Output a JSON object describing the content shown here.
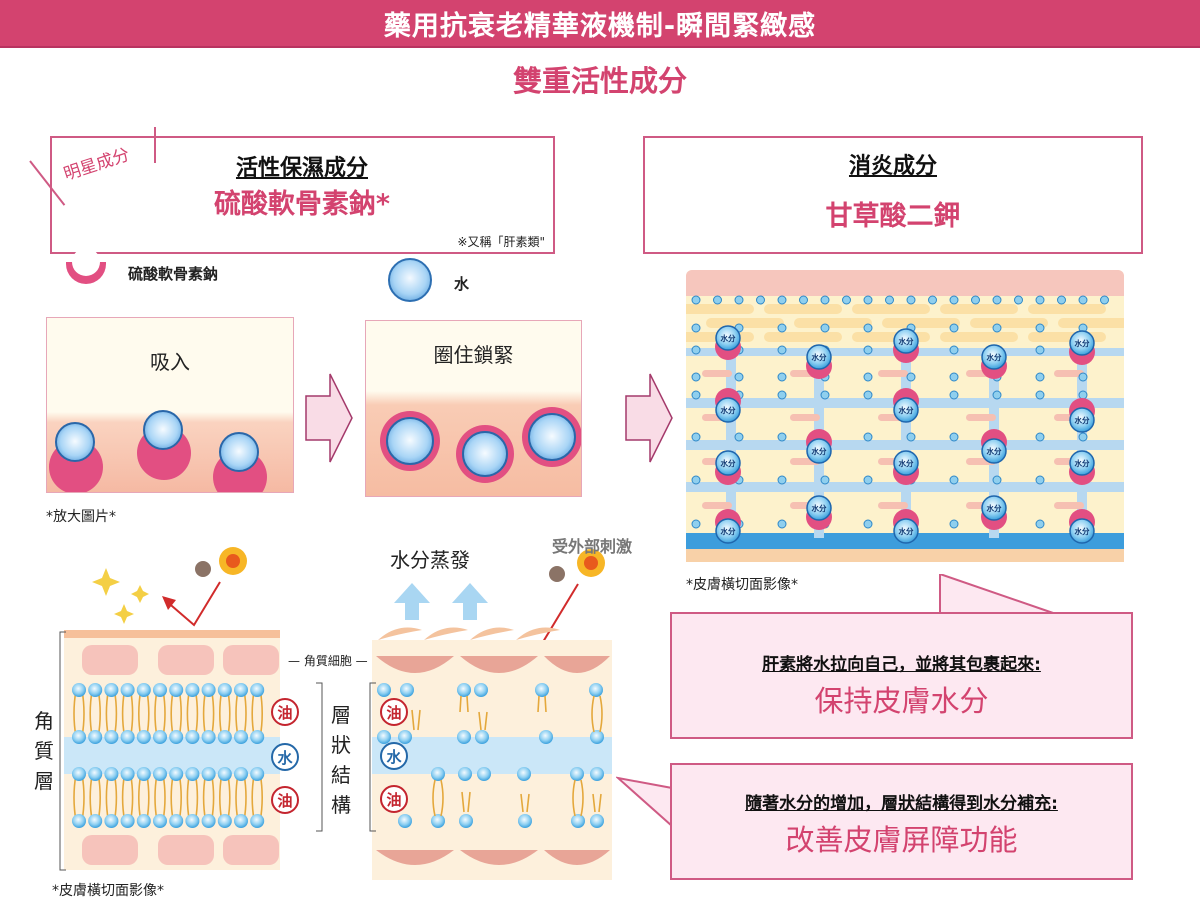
{
  "header": {
    "title": "藥用抗衰老精華液機制-瞬間緊緻感",
    "subtitle": "雙重活性成分"
  },
  "ingredients": {
    "star_tag": "明星成分",
    "moisturizing": {
      "title": "活性保濕成分",
      "name": "硫酸軟骨素鈉*",
      "note": "※又稱「肝素類\""
    },
    "anti_inflammatory": {
      "title": "消炎成分",
      "name": "甘草酸二鉀"
    }
  },
  "legend": {
    "cup_label": "硫酸軟骨素鈉",
    "water_label": "水"
  },
  "process": {
    "step1_label": "吸入",
    "step2_label": "圈住鎖緊",
    "zoom_caption": "*放大圖片*"
  },
  "skin_cross_section": {
    "water_label": "水分",
    "caption": "*皮膚橫切面影像*"
  },
  "barrier": {
    "evaporation_label": "水分蒸發",
    "irritation_label": "受外部刺激",
    "corneocyte_label": "角質細胞",
    "stratum_corneum_label": [
      "角",
      "質",
      "層"
    ],
    "lamellar_label": [
      "層",
      "狀",
      "結",
      "構"
    ],
    "oil_tag": "油",
    "water_tag": "水",
    "caption": "*皮膚橫切面影像*"
  },
  "effects": [
    {
      "title": "肝素將水拉向自己，並將其包裹起來:",
      "result": "保持皮膚水分"
    },
    {
      "title": "隨著水分的增加，層狀結構得到水分補充:",
      "result": "改善皮膚屏障功能"
    }
  ],
  "colors": {
    "brand_pink": "#d3436f",
    "molecule_pink": "#e24f82",
    "water_blue": "#3a8bd1",
    "bubble_bg": "#fde8f1"
  }
}
